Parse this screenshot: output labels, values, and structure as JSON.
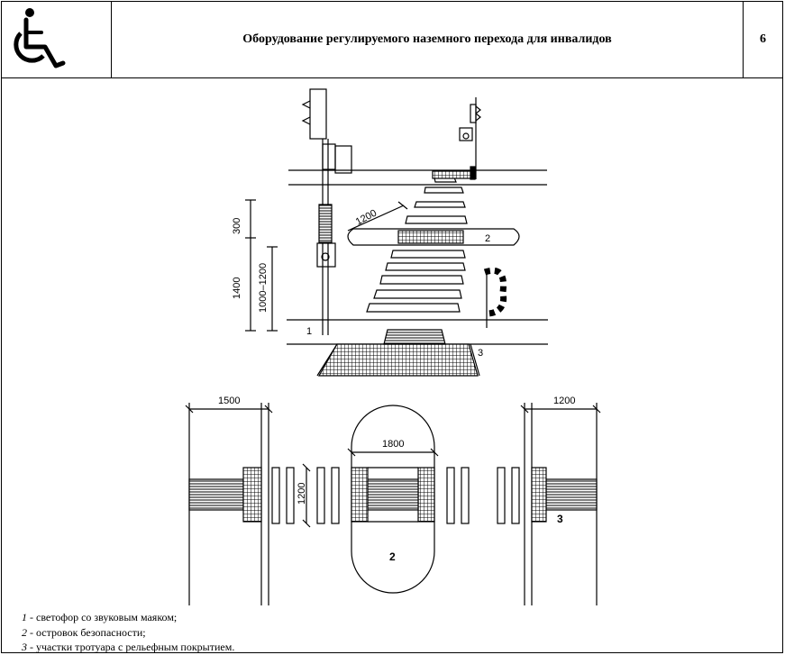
{
  "header": {
    "title": "Оборудование регулируемого наземного перехода для инвалидов",
    "sheet_number": "6",
    "logo_icon": "wheelchair-icon"
  },
  "figure_top": {
    "dim_300": "300",
    "dim_1400": "1400",
    "dim_1000_1200": "1000–1200",
    "dim_1200": "1200",
    "callout_1": "1",
    "callout_2": "2",
    "callout_3": "3"
  },
  "figure_plan": {
    "dim_1500": "1500",
    "dim_1800": "1800",
    "dim_1200_side": "1200",
    "dim_1200_vertical": "1200",
    "callout_2": "2",
    "callout_3": "3"
  },
  "legend": [
    {
      "num": "1",
      "text": " - светофор со звуковым маяком;"
    },
    {
      "num": "2",
      "text": " - островок безопасности;"
    },
    {
      "num": "3",
      "text": " - участки тротуара с рельефным покрытием."
    }
  ]
}
